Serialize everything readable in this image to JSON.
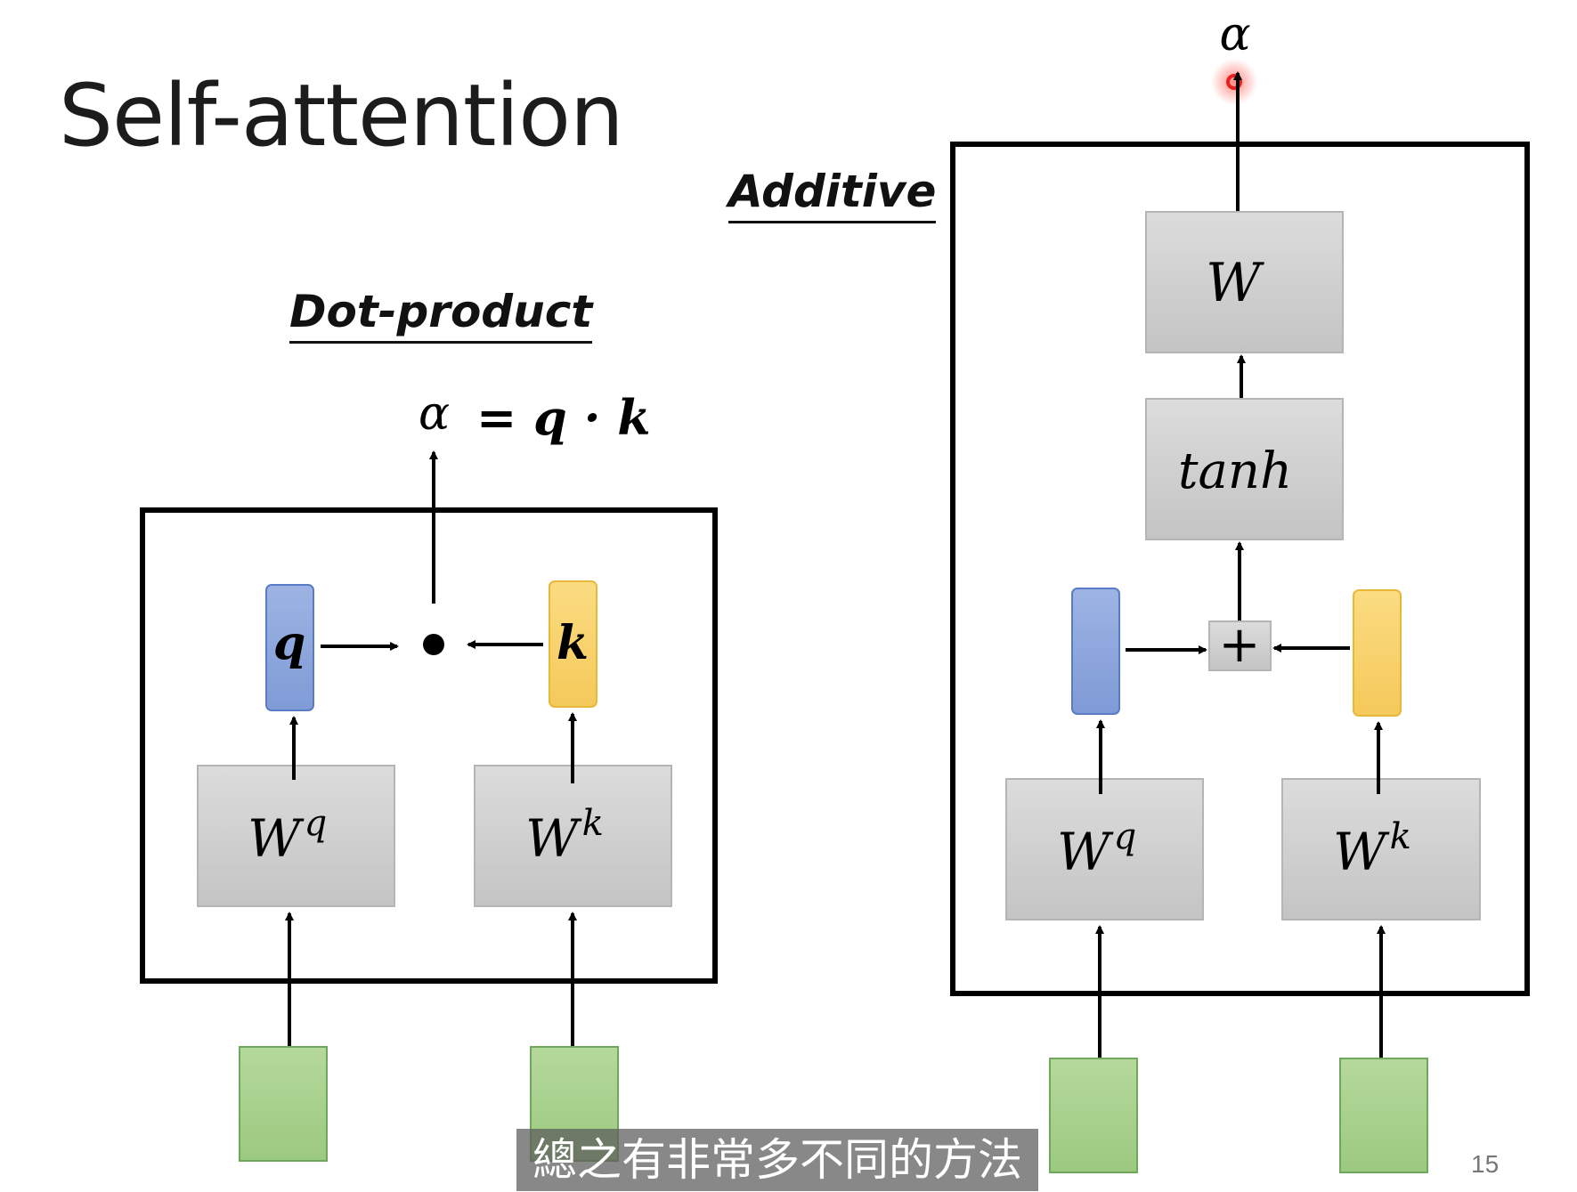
{
  "title": "Self-attention",
  "dot_product": {
    "heading": "Dot-product",
    "formula_alpha": "α",
    "formula_rest": "= q · k",
    "q_label": "q",
    "k_label": "k",
    "wq_base": "W",
    "wq_sup": "q",
    "wk_base": "W",
    "wk_sup": "k"
  },
  "additive": {
    "heading": "Additive",
    "alpha": "α",
    "w_label": "W",
    "tanh_label": "tanh",
    "plus_label": "+",
    "wq_base": "W",
    "wq_sup": "q",
    "wk_base": "W",
    "wk_sup": "k"
  },
  "subtitle": "總之有非常多不同的方法",
  "page_number": "15",
  "colors": {
    "query": "#8fa9dc",
    "key": "#f7d26b",
    "input": "#a9d18e",
    "matrix": "#d0d0d0",
    "pointer": "#e8201e"
  }
}
